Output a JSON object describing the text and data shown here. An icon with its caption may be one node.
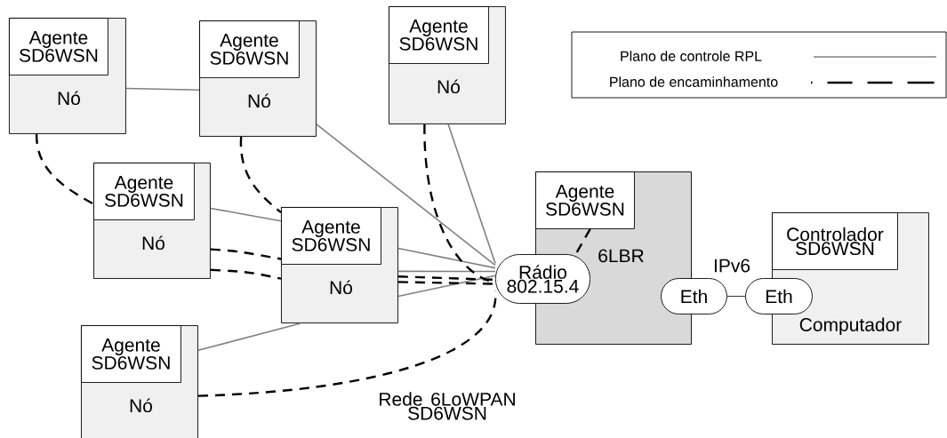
{
  "diagram": {
    "nodes": [
      {
        "text": [
          "Nó"
        ]
      },
      {
        "text": [
          "Agente SD6WSN"
        ],
        "in": 0
      },
      {
        "text": [
          "Nó"
        ]
      },
      {
        "text": [
          "Agente SD6WSN"
        ],
        "in": 2
      },
      {
        "text": [
          "Nó"
        ]
      },
      {
        "text": [
          "Agente SD6WSN"
        ],
        "in": 4
      },
      {
        "text": [
          "Nó"
        ]
      },
      {
        "text": [
          "Agente SD6WSN"
        ],
        "in": 6
      },
      {
        "text": [
          "Nó"
        ]
      },
      {
        "text": [
          "Agente SD6WSN"
        ],
        "in": 8
      },
      {
        "text": [
          "Nó"
        ]
      },
      {
        "text": [
          "Agente SD6WSN"
        ],
        "in": 10
      },
      {
        "text": [
          "6LBR"
        ]
      },
      {
        "text": [
          "Agente SD6WSN"
        ],
        "in": 12
      },
      {
        "text": [
          "Rádio 802.15.4"
        ]
      },
      {
        "text": [
          "Eth"
        ]
      },
      {
        "text": [
          "Computador"
        ]
      },
      {
        "text": [
          "Controlador SD6WSN"
        ],
        "in": 16
      },
      {
        "text": [
          "Eth"
        ]
      }
    ],
    "edges": [
      {
        "from": 0,
        "to": 2,
        "arrow": "none",
        "color": "#808080"
      },
      {
        "from": 2,
        "to": 14,
        "arrow": "none",
        "color": "#808080"
      },
      {
        "from": 4,
        "to": 14,
        "arrow": "none",
        "color": "#808080"
      },
      {
        "from": 6,
        "to": 8,
        "arrow": "none",
        "color": "#808080"
      },
      {
        "from": 8,
        "to": 14,
        "arrow": "none",
        "color": "#808080"
      },
      {
        "from": 8,
        "to": 14,
        "arrow": "none",
        "color": "#808080"
      },
      {
        "from": 8,
        "to": 14,
        "arrow": "none",
        "color": "#808080"
      },
      {
        "from": 10,
        "to": 8,
        "arrow": "none",
        "color": "#808080"
      },
      {
        "from": 0,
        "to": 6,
        "arrow": "none",
        "style": "dashed"
      },
      {
        "from": 2,
        "to": 8,
        "arrow": "none",
        "style": "dashed"
      },
      {
        "from": 4,
        "to": 14,
        "arrow": "none",
        "style": "dashed"
      },
      {
        "from": 6,
        "to": 8,
        "arrow": "none",
        "style": "dashed"
      },
      {
        "from": 6,
        "to": 8,
        "arrow": "none",
        "style": "dashed"
      },
      {
        "from": 8,
        "to": 14,
        "arrow": "none",
        "style": "dashed"
      },
      {
        "from": 8,
        "to": 14,
        "arrow": "none",
        "style": "dashed"
      },
      {
        "from": 10,
        "to": 14,
        "arrow": "none",
        "style": "dashed"
      },
      {
        "from": 13,
        "to": 14,
        "arrow": "none",
        "style": "dashed"
      },
      {
        "from": 15,
        "to": 18,
        "arrow": "none",
        "label": "IPv6"
      }
    ],
    "labels": [
      "Rede 6LoWPAN SD6WSN"
    ],
    "legend": [
      {
        "text": "Plano de controle RPL"
      },
      {
        "text": "Plano de encaminhamento"
      }
    ]
  }
}
